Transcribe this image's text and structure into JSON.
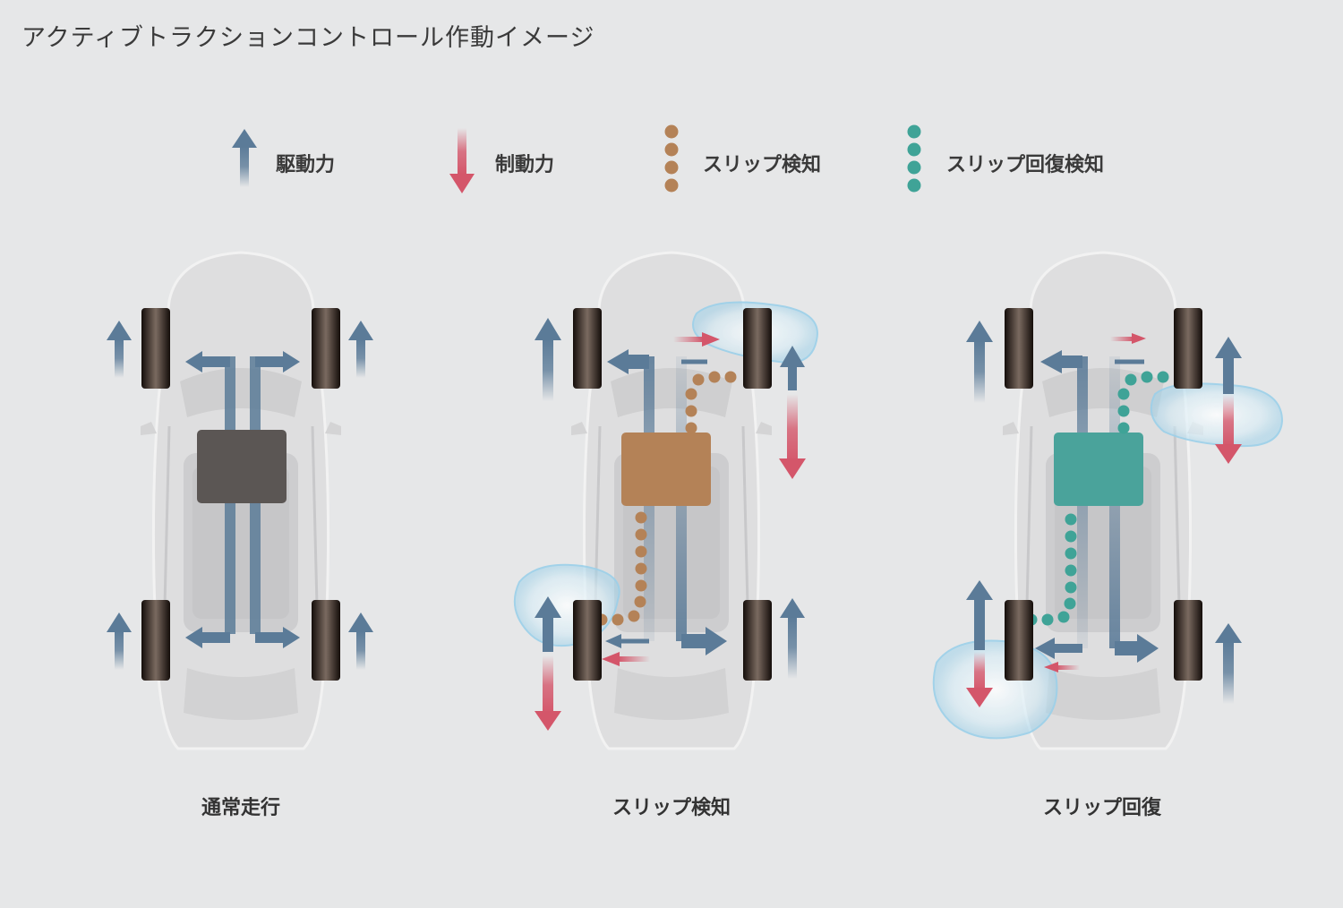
{
  "title": "アクティブトラクションコントロール作動イメージ",
  "legend": {
    "drive_force": "駆動力",
    "brake_force": "制動力",
    "slip_detect": "スリップ検知",
    "slip_recovery_detect": "スリップ回復検知"
  },
  "panels": [
    {
      "caption": "通常走行",
      "ecu_color": "#5b5654"
    },
    {
      "caption": "スリップ検知",
      "ecu_color": "#b48257"
    },
    {
      "caption": "スリップ回復",
      "ecu_color": "#4aa39b"
    }
  ],
  "colors": {
    "drive": "#5b7b98",
    "brake": "#d4566a",
    "slip_dots": "#b48257",
    "recovery_dots": "#3fa397",
    "tire": "#1c1410"
  }
}
